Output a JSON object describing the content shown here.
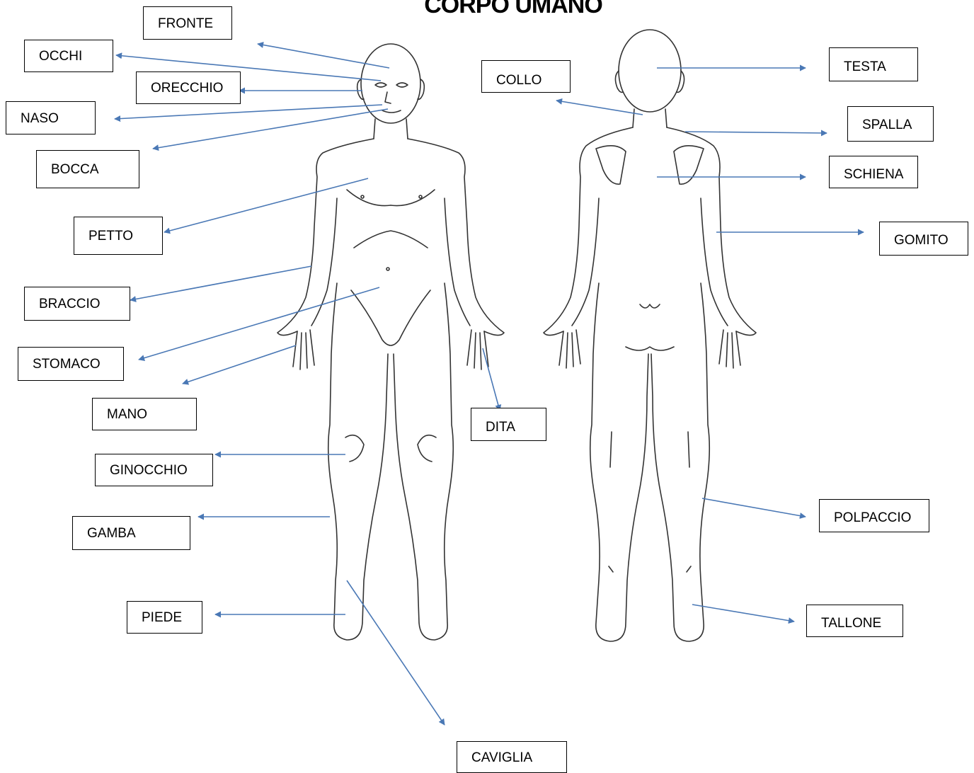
{
  "title": "CORPO UMANO",
  "arrow_color": "#4a78b5",
  "labels": {
    "fronte": "FRONTE",
    "occhi": "OCCHI",
    "orecchio": "ORECCHIO",
    "naso": "NASO",
    "bocca": "BOCCA",
    "petto": "PETTO",
    "braccio": "BRACCIO",
    "stomaco": "STOMACO",
    "mano": "MANO",
    "ginocchio": "GINOCCHIO",
    "gamba": "GAMBA",
    "piede": "PIEDE",
    "caviglia": "CAVIGLIA",
    "dita": "DITA",
    "collo": "COLLO",
    "testa": "TESTA",
    "spalla": "SPALLA",
    "schiena": "SCHIENA",
    "gomito": "GOMITO",
    "polpaccio": "POLPACCIO",
    "tallone": "TALLONE"
  }
}
